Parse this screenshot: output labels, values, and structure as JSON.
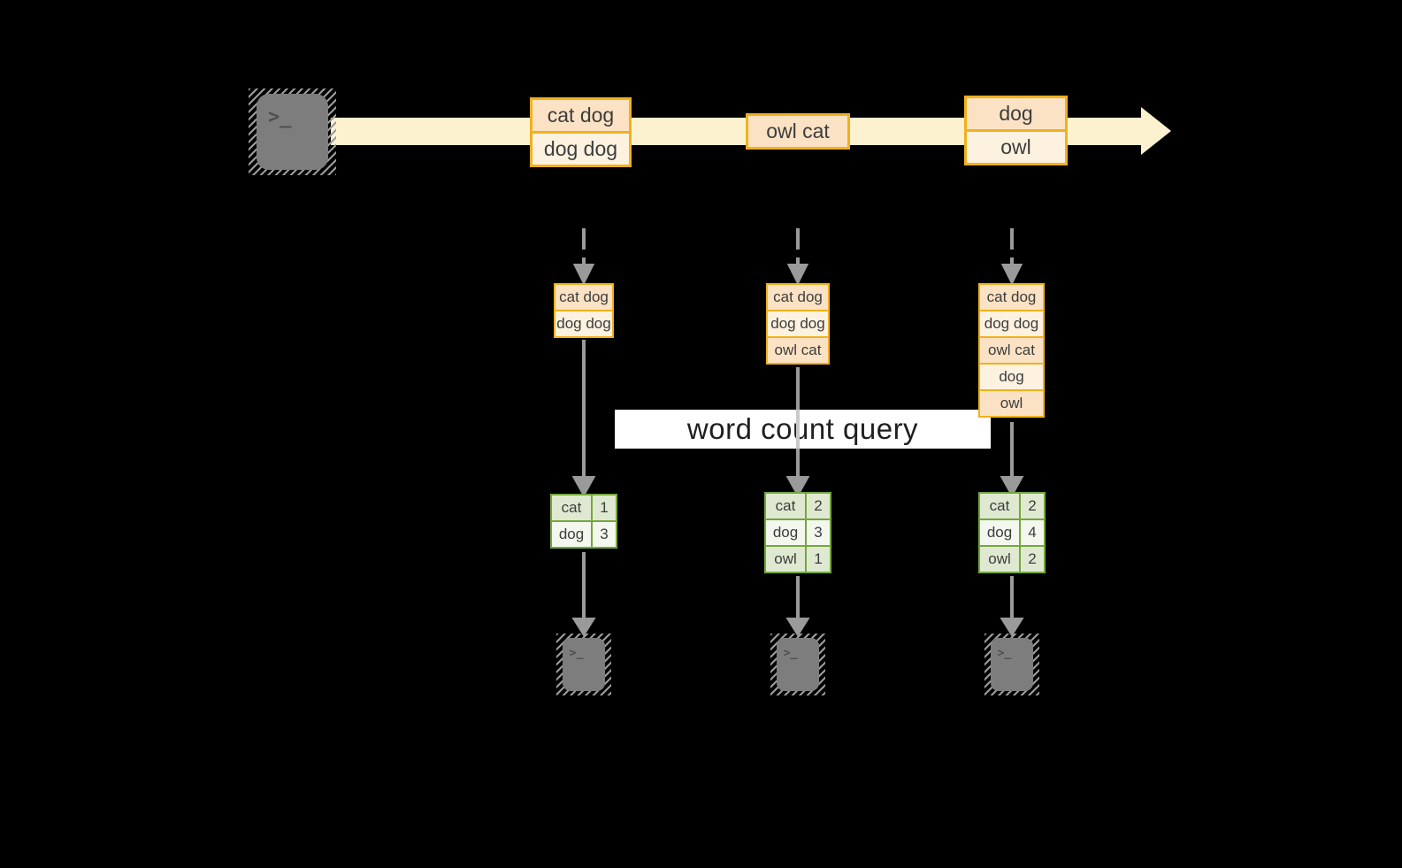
{
  "title": {
    "label": "word count query"
  },
  "stream": {
    "batches": [
      {
        "items": [
          "cat dog",
          "dog dog"
        ]
      },
      {
        "items": [
          "owl cat"
        ]
      },
      {
        "items": [
          "dog",
          "owl"
        ]
      }
    ]
  },
  "pipelines": [
    {
      "state": [
        "cat dog",
        "dog dog"
      ],
      "counts": [
        {
          "word": "cat",
          "n": "1"
        },
        {
          "word": "dog",
          "n": "3"
        }
      ]
    },
    {
      "state": [
        "cat dog",
        "dog dog",
        "owl cat"
      ],
      "counts": [
        {
          "word": "cat",
          "n": "2"
        },
        {
          "word": "dog",
          "n": "3"
        },
        {
          "word": "owl",
          "n": "1"
        }
      ]
    },
    {
      "state": [
        "cat dog",
        "dog dog",
        "owl cat",
        "dog",
        "owl"
      ],
      "counts": [
        {
          "word": "cat",
          "n": "2"
        },
        {
          "word": "dog",
          "n": "4"
        },
        {
          "word": "owl",
          "n": "2"
        }
      ]
    }
  ],
  "terminal": {
    "glyph": ">_"
  },
  "colors": {
    "accent_gold": "#f0b11c",
    "peach_row": "#fbe2c4",
    "cream_row": "#fdf1e0",
    "stream_band": "#fcf2d0",
    "green_border": "#74a73c",
    "green_row": "#dfe9d2",
    "green_row_alt": "#f3f7ee",
    "arrow_gray": "#9a9a9a",
    "terminal_gray": "#7d7d7d"
  }
}
